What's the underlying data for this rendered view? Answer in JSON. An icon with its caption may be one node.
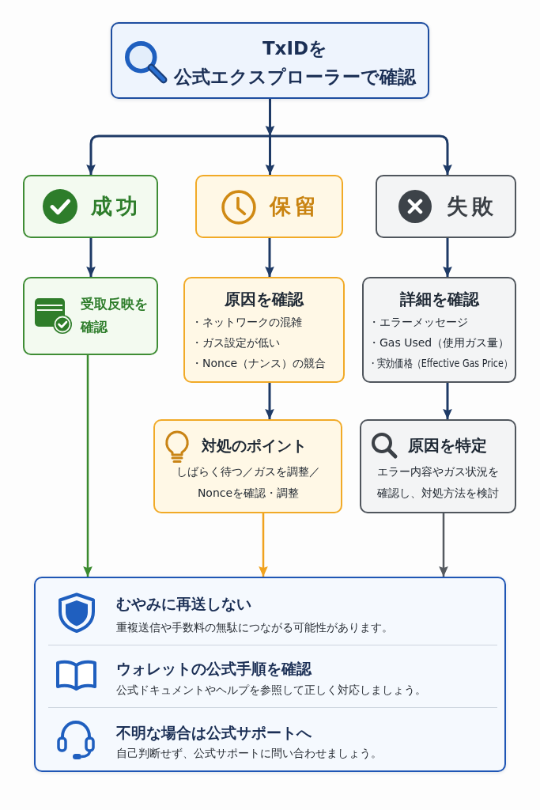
{
  "diagram": {
    "nodes": [
      {
        "text": [
          "TxIDを公式エクスプローラーで確認"
        ]
      },
      {
        "text": [
          "成功"
        ]
      },
      {
        "text": [
          "保留"
        ]
      },
      {
        "text": [
          "失敗"
        ]
      },
      {
        "text": [
          "受取反映を確認"
        ]
      },
      {
        "text": [
          "原因を確認",
          "・ネットワークの混雑",
          "・ガス設定が低い",
          "・Nonce（ナンス）の競合"
        ]
      },
      {
        "text": [
          "詳細を確認",
          "・エラーメッセージ",
          "・Gas Used（使用ガス量）",
          "・実効価格（Effective Gas Price）"
        ]
      },
      {
        "text": [
          "対処のポイント",
          "しばらく待つ／ガスを調整／Nonceを確認・調整"
        ]
      },
      {
        "text": [
          "原因を特定",
          "エラー内容やガス状況を確認し、対処方法を検討"
        ]
      },
      {
        "text": [
          "むやみに再送しない",
          "重複送信や手数料の無駄につながる可能性があります。",
          "ウォレットの公式手順を確認",
          "公式ドキュメントやヘルプを参照して正しく対応しましょう。",
          "不明な場合は公式サポートへ",
          "自己判断せず、公式サポートに問い合わせましょう。"
        ]
      }
    ],
    "edges": [
      {
        "from": 0,
        "to": 1,
        "arrow": "to"
      },
      {
        "from": 0,
        "to": 2,
        "arrow": "to"
      },
      {
        "from": 0,
        "to": 3,
        "arrow": "to"
      },
      {
        "from": 1,
        "to": 4,
        "arrow": "to"
      },
      {
        "from": 2,
        "to": 5,
        "arrow": "to"
      },
      {
        "from": 3,
        "to": 6,
        "arrow": "to"
      },
      {
        "from": 5,
        "to": 7,
        "arrow": "to"
      },
      {
        "from": 6,
        "to": 8,
        "arrow": "to"
      },
      {
        "from": 4,
        "to": 9,
        "arrow": "to",
        "color": "#3b8a2f"
      },
      {
        "from": 7,
        "to": 9,
        "arrow": "to",
        "color": "#f0a21e"
      },
      {
        "from": 8,
        "to": 9,
        "arrow": "to",
        "color": "#555a60"
      }
    ]
  }
}
